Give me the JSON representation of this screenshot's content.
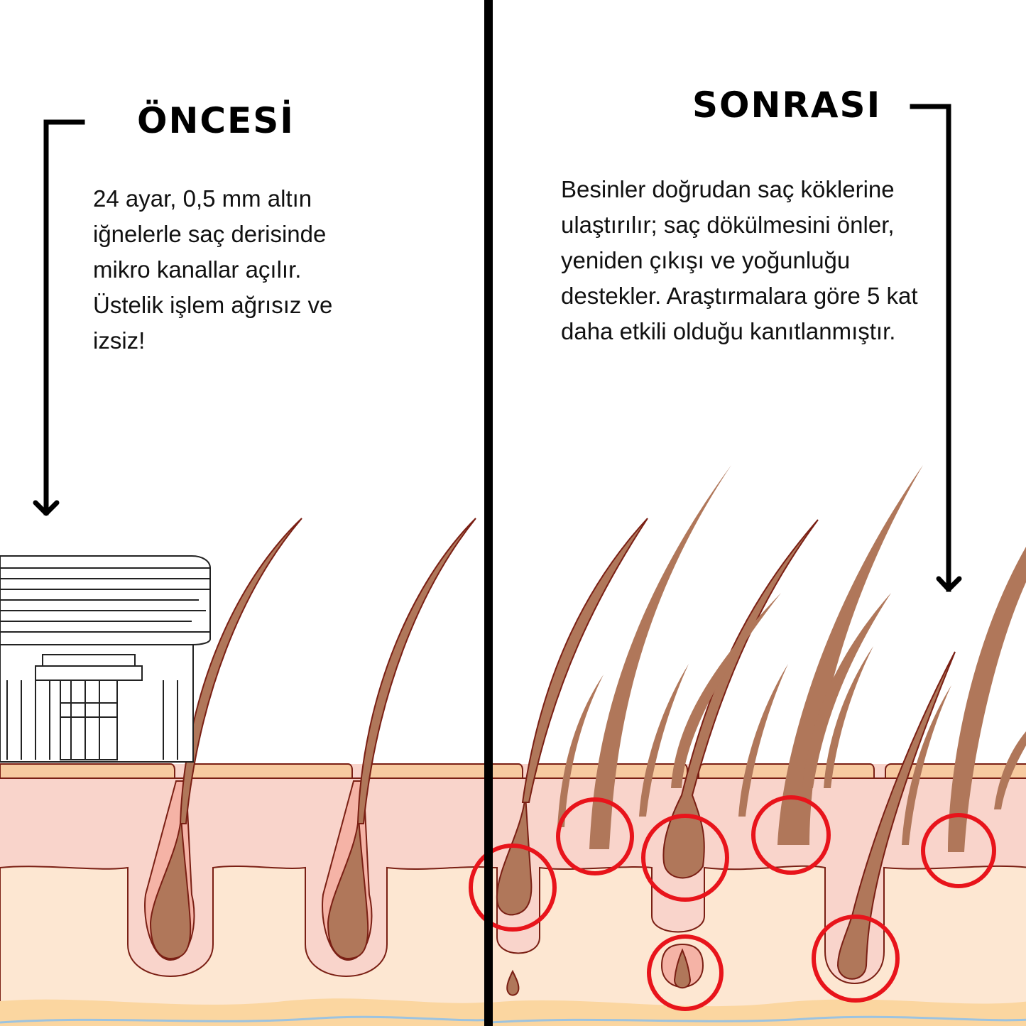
{
  "before": {
    "title": "ÖNCESİ",
    "description": "24 ayar, 0,5 mm altın iğnelerle saç derisinde mikro kanallar açılır. Üstelik işlem ağrısız ve izsiz!"
  },
  "after": {
    "title": "SONRASI",
    "description": "Besinler doğrudan saç köklerine ulaştırılır; saç dökülmesini önler, yeniden çıkışı ve yoğunluğu destekler. Araştırmalara göre 5 kat daha etkili olduğu kanıtlanmıştır."
  },
  "colors": {
    "skin_top": "#f7caa0",
    "dermis": "#f9d4cb",
    "hypodermis": "#fde7d2",
    "hair": "#b0775a",
    "outline": "#7a1f14",
    "highlight_circle": "#e8141b",
    "divider": "#000000"
  },
  "icons": [
    "arrow-down-icon",
    "dermapen-device-icon",
    "highlight-circle-icon"
  ]
}
